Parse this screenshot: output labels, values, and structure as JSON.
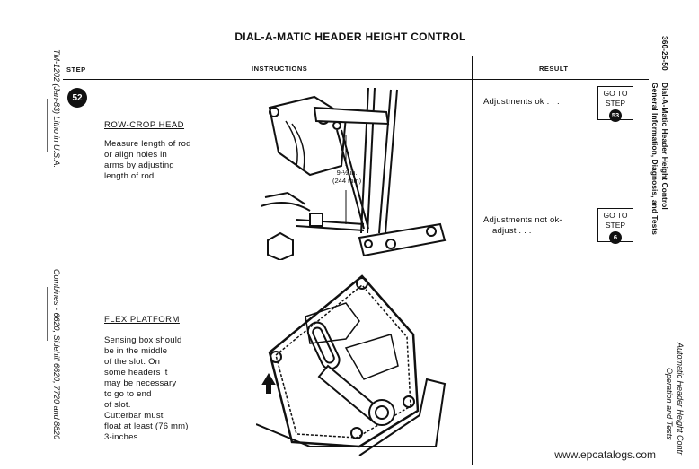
{
  "page": {
    "title": "DIAL-A-MATIC HEADER HEIGHT CONTROL",
    "columns": {
      "step": "STEP",
      "instructions": "INSTRUCTIONS",
      "result": "RESULT"
    }
  },
  "left_margin": {
    "top_text": "TM-1202 (Jan-83) Litho in U.S.A.",
    "bottom_text": "Combines - 6620, Sidehill 6620, 7720 and 8820"
  },
  "right_margin": {
    "section_number": "360-25-50",
    "title_line1": "Dial-A-Matic Header Height Control",
    "title_line2": "General Information, Diagnosis, and Tests",
    "bottom_line1": "Automatic Header Height Contr",
    "bottom_line2": "Operation and Tests"
  },
  "step": {
    "number": "52"
  },
  "instructions": {
    "row_crop": {
      "heading": "ROW-CROP HEAD",
      "lines": [
        "Measure length of rod",
        "or align holes in",
        "arms by adjusting",
        "length of rod."
      ]
    },
    "flex": {
      "heading": "FLEX PLATFORM",
      "lines": [
        "Sensing box should",
        "be in the middle",
        "of the slot. On",
        "some headers it",
        "may be necessary",
        "to go to end",
        "of slot.",
        "Cutterbar must",
        "float at least (76 mm)",
        "3-inches."
      ]
    },
    "figure_label": {
      "line1": "9-½ in.",
      "line2": "(244 mm)"
    }
  },
  "results": [
    {
      "text_line1": "Adjustments ok . . .",
      "text_line2": "",
      "goto_line1": "GO TO",
      "goto_line2": "STEP",
      "goto_step": "53"
    },
    {
      "text_line1": "Adjustments not ok-",
      "text_line2": "adjust . . .",
      "goto_line1": "GO TO",
      "goto_line2": "STEP",
      "goto_step": "6"
    }
  ],
  "watermark": "www.epcatalogs.com",
  "icons": [
    "row-crop-linkage-illustration",
    "flex-platform-sensing-box-illustration"
  ]
}
